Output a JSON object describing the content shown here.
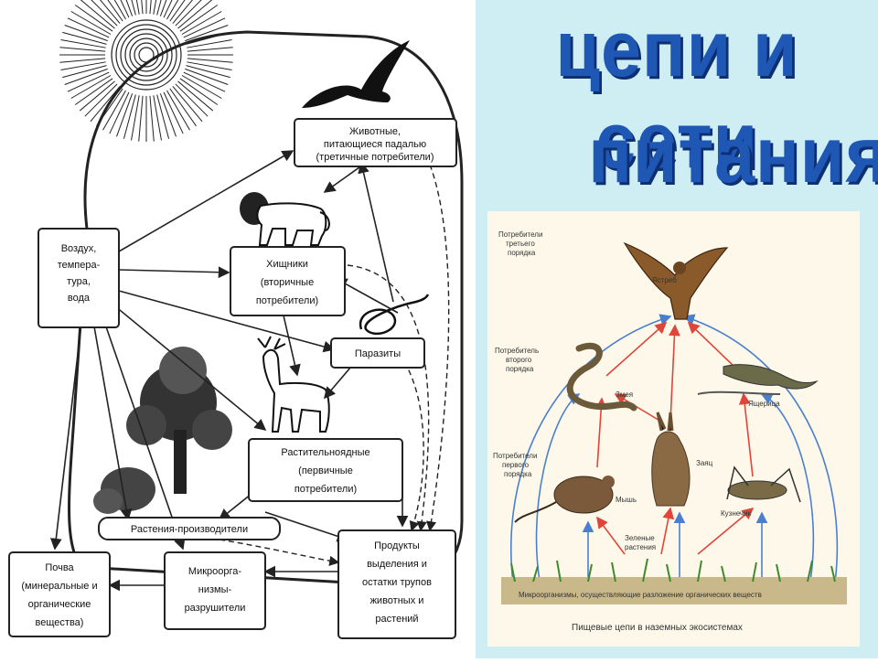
{
  "left_diagram": {
    "nodes": {
      "scavengers": [
        "Животные,",
        "питающиеся падалью",
        "(третичные потребители)"
      ],
      "predators": [
        "Хищники",
        "(вторичные",
        "потребители)"
      ],
      "air": [
        "Воздух,",
        "темпера-",
        "тура,",
        "вода"
      ],
      "parasites": [
        "Паразиты"
      ],
      "herbivores": [
        "Растительноядные",
        "(первичные",
        "потребители)"
      ],
      "producers": [
        "Растения-производители"
      ],
      "soil": [
        "Почва",
        "(минеральные и",
        "органические",
        "вещества)"
      ],
      "microorganisms": [
        "Микроорга-",
        "низмы-",
        "разрушители"
      ],
      "products": [
        "Продукты",
        "выделения и",
        "остатки трупов",
        "животных и",
        "растений"
      ]
    },
    "icons": [
      "sun-icon",
      "bird-icon",
      "lion-icon",
      "deer-icon",
      "tree-icon",
      "shrub-icon",
      "snake-icon"
    ]
  },
  "title": {
    "line1": "цепи и сети",
    "line2": "питания"
  },
  "right_diagram": {
    "levels": {
      "third": [
        "Потребители",
        "третьего",
        "порядка"
      ],
      "second": [
        "Потребитель",
        "второго",
        "порядка"
      ],
      "first": [
        "Потребители",
        "первого",
        "порядка"
      ]
    },
    "animals": {
      "hawk": "Ястреб",
      "snake": "Змея",
      "hare": "Заяц",
      "lizard": "Ящерица",
      "mouse": "Мышь",
      "grasshopper": "Кузнечик",
      "plants": [
        "Зеленые",
        "растения"
      ]
    },
    "ground_label": "Микроорганизмы, осуществляющие разложение органических веществ",
    "caption": "Пищевые цепи в наземных экосистемах"
  },
  "colors": {
    "title_blue": "#1f57b5",
    "right_bg": "#cfeef3",
    "arrow_red": "#e0453a",
    "arrow_blue": "#4a7fd0"
  }
}
